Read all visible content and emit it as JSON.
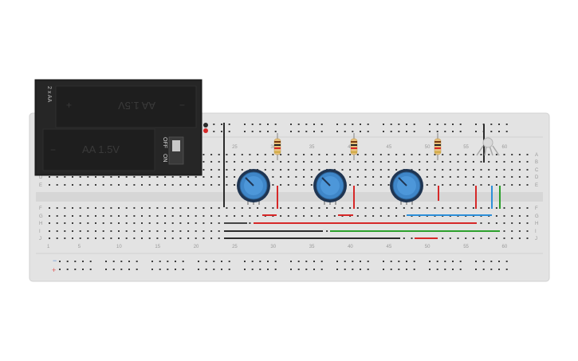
{
  "canvas": {
    "background": "#ffffff",
    "breadboard_color": "#e3e3e3",
    "hole_color": "#3c3c3c",
    "rail_minus_color": "#5a8dd6",
    "rail_plus_color": "#e05555"
  },
  "breadboard": {
    "columns": 63,
    "column_numbers": [
      "1",
      "5",
      "10",
      "15",
      "20",
      "25",
      "30",
      "35",
      "40",
      "45",
      "50",
      "55",
      "60"
    ],
    "upper_row_letters": [
      "A",
      "B",
      "C",
      "D",
      "E"
    ],
    "lower_row_letters": [
      "F",
      "G",
      "H",
      "I",
      "J"
    ],
    "rail_minus_symbol": "−",
    "rail_plus_symbol": "+"
  },
  "battery_pack": {
    "name": "2 x AA",
    "cell_top_label": "AA 1.5V",
    "cell_bottom_label": "AA 1.5V",
    "cell_top_plus": "+",
    "cell_top_minus": "−",
    "cell_bottom_minus": "−",
    "switch_off_label": "OFF",
    "switch_on_label": "ON"
  },
  "components": {
    "resistors": [
      "resistor-1",
      "resistor-2",
      "resistor-3"
    ],
    "potentiometers": [
      "potentiometer-1",
      "potentiometer-2",
      "potentiometer-3"
    ],
    "rgb_led": "rgb-led",
    "potentiometer_color": "#3f86c8",
    "led_color": "#cfcfcf"
  },
  "wire_colors": {
    "black": "#2b2b2b",
    "red": "#d62828",
    "blue": "#2d8fd8",
    "green": "#2ca02c",
    "grey": "#444444"
  }
}
